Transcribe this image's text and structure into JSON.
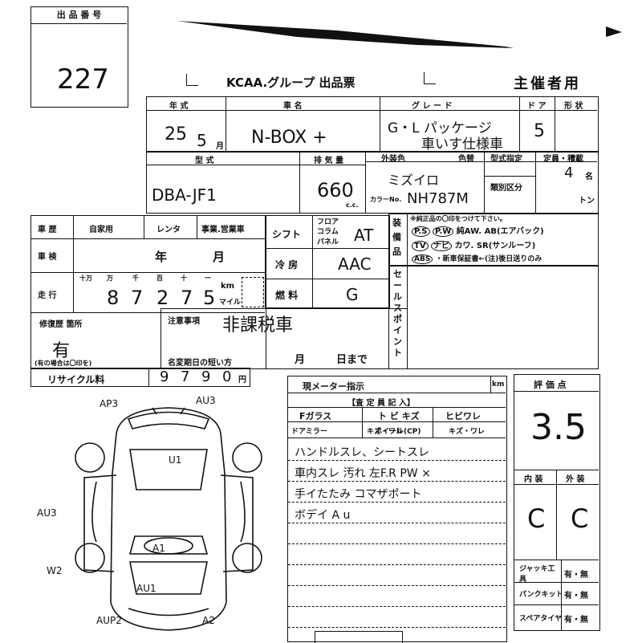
{
  "lot_box": {
    "label": "出 品 番 号",
    "number": "227"
  },
  "header": {
    "org": "KCAA.グループ 出品票",
    "role": "主催者用"
  },
  "row1": {
    "year_label": "年 式",
    "year_value": "25",
    "month_value": "5",
    "month_unit": "月",
    "car_label": "車 名",
    "car_value": "N-BOX +",
    "grade_label": "グ レ ー ド",
    "grade_value_1": "G・L パッケージ",
    "grade_value_2": "車いす仕様車",
    "doors_label": "ド ア",
    "doors_value": "5",
    "shape_label": "形 状"
  },
  "row2": {
    "model_label": "型 式",
    "model_value": "DBA-JF1",
    "disp_label": "排 気 量",
    "disp_value": "660",
    "disp_unit": "c.c.",
    "color_label": "外装色",
    "color_value": "ミズイロ",
    "color_no_label": "カラーNo.",
    "color_no_value": "NH787M",
    "color_change_label": "色替",
    "type_spec_label": "型式指定",
    "category_label": "類別区分",
    "capacity_label": "定員・積載",
    "capacity_value": "4",
    "capacity_unit": "名",
    "ton_unit": "トン"
  },
  "history": {
    "history_label": "車 歴",
    "private_label": "自家用",
    "rental_label": "レンタ",
    "business_label": "事業.営業車",
    "inspect_label": "車 検",
    "inspect_year": "年",
    "inspect_month": "月",
    "mileage_label": "走 行",
    "digit_labels": [
      "十万",
      "万",
      "千",
      "百",
      "十",
      "一"
    ],
    "mileage_digits": [
      "8",
      "7",
      "2",
      "7",
      "5"
    ],
    "km_label": "km",
    "mile_label": "マイル",
    "repair_label": "修復歴 箇所",
    "repair_value": "有",
    "repair_note": "(有の場合は〇印を)",
    "recycle_label": "リサイクル料",
    "recycle_digits": [
      "9",
      "7",
      "9",
      "0"
    ],
    "recycle_unit": "円"
  },
  "specs": {
    "shift_label": "シフト",
    "shift_options": [
      "フロア",
      "コラム",
      "パネル"
    ],
    "shift_value": "AT",
    "ac_label": "冷 房",
    "ac_value": "AAC",
    "fuel_label": "燃 料",
    "fuel_value": "G"
  },
  "equipment": {
    "side_label": "装 備 品",
    "note": "※純正品の〇印をつけて下さい。",
    "line1": [
      "P.S",
      "P.W",
      "純AW.",
      "AB(エアバック)"
    ],
    "line2": [
      "TV",
      "ナビ",
      "カワ.",
      "SR(サンルーフ)"
    ],
    "line3": [
      "ABS",
      "・新車保証書←(注)後日送りのみ"
    ]
  },
  "sales_point_label": "セールスポイント",
  "notes": {
    "label": "注意事項",
    "value": "非課税車",
    "name_change_label": "名変期日の短い方",
    "month": "月",
    "day": "日まで"
  },
  "meter": {
    "label": "現メーター指示",
    "km": "km",
    "inspector": "【査 定 員 記 入】",
    "fglass": "Fガラス",
    "tobi": "ト ビ キズ",
    "hibi": "ヒビワレ",
    "mirror": "ドアミラー",
    "mirror_val": "キズ・ワレ",
    "wheel": "ホイール(CP)",
    "wheel_val": "キズ・ワレ",
    "remarks": [
      "ハンドルスレ、シートスレ",
      "車内スレ 汚れ 左F.R PW ×",
      "手イたたみ コマザポート",
      "ボデイ A u"
    ]
  },
  "score": {
    "label": "評 価 点",
    "value": "3.5",
    "interior_label": "内 装",
    "exterior_label": "外 装",
    "interior_value": "C",
    "exterior_value": "C",
    "jack_label": "ジャッキ工 具",
    "jack_value": "有・無",
    "puncture_label": "パンクキット",
    "puncture_value": "有・無",
    "spare_label": "スペアタイヤ",
    "spare_value": "有・無"
  },
  "diagram": {
    "labels": [
      "AP3",
      "AU3",
      "U1",
      "AU3",
      "W2",
      "A1",
      "AU1",
      "AUP2",
      "A2"
    ]
  }
}
